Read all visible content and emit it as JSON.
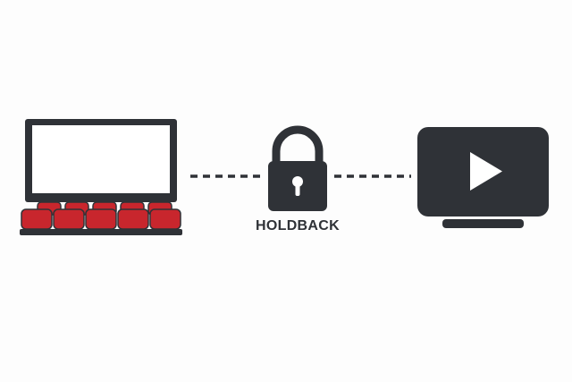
{
  "diagram": {
    "nodes": [
      {
        "id": "theater",
        "icon": "movie-theater-icon"
      },
      {
        "id": "holdback",
        "icon": "padlock-icon",
        "label": "HOLDBACK"
      },
      {
        "id": "streaming",
        "icon": "tv-play-icon"
      }
    ],
    "edges": [
      {
        "from": "theater",
        "to": "holdback",
        "style": "dashed"
      },
      {
        "from": "holdback",
        "to": "streaming",
        "style": "dashed"
      }
    ]
  },
  "colors": {
    "dark": "#2f3237",
    "seat_red": "#c8262d",
    "screen_white": "#ffffff",
    "background": "#fdfdfd"
  }
}
